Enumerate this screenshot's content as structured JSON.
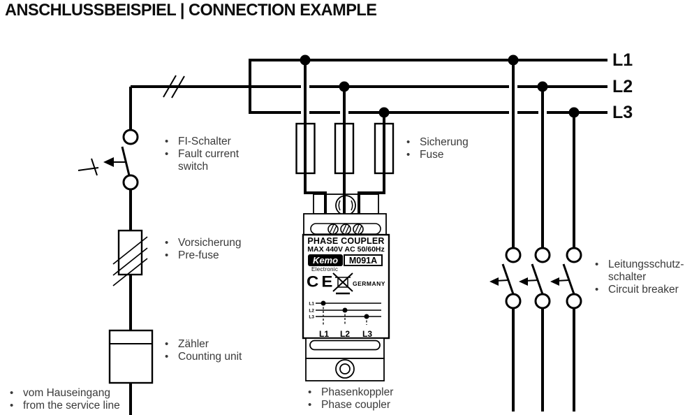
{
  "title": "ANSCHLUSSBEISPIEL | CONNECTION EXAMPLE",
  "ui": {
    "bullet": "•"
  },
  "phase_labels": {
    "l1": "L1",
    "l2": "L2",
    "l3": "L3"
  },
  "notes": {
    "fi": [
      "FI-Schalter",
      "Fault current switch"
    ],
    "fuse": [
      "Sicherung",
      "Fuse"
    ],
    "prefuse": [
      "Vorsicherung",
      "Pre-fuse"
    ],
    "meter": [
      "Zähler",
      "Counting unit"
    ],
    "service": [
      "vom Hauseingang",
      "from the service line"
    ],
    "breaker": [
      "Leitungsschutz-schalter",
      "Circuit breaker"
    ],
    "coupler": [
      "Phasenkoppler",
      "Phase coupler"
    ]
  },
  "device": {
    "title": "PHASE COUPLER",
    "rating": "MAX 440V AC 50/60Hz",
    "brand": "Kemo",
    "brand_sub": "Electronic",
    "model": "M091A",
    "ce_mark": "CE",
    "country": "GERMANY",
    "schematic_labels": [
      "L1",
      "L2",
      "L3"
    ],
    "terminal_labels": [
      "L1",
      "L2",
      "L3"
    ]
  }
}
